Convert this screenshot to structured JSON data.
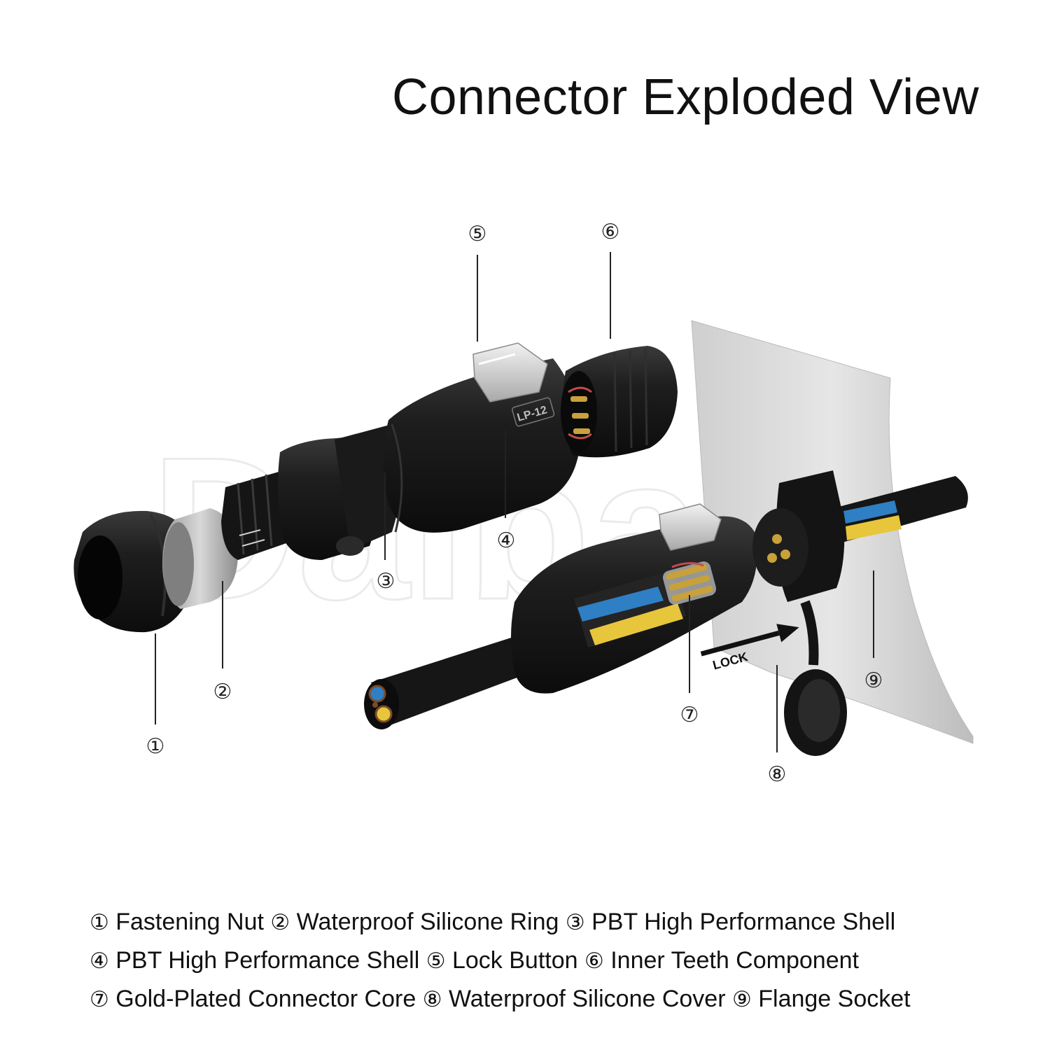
{
  "title": "Connector Exploded View",
  "watermark": "Dalbani",
  "product_marks": {
    "model": "LP-12",
    "lock_label": "LOCK"
  },
  "callouts": [
    "①",
    "②",
    "③",
    "④",
    "⑤",
    "⑥",
    "⑦",
    "⑧",
    "⑨"
  ],
  "legend": [
    [
      {
        "num": "①",
        "name": "Fastening Nut"
      },
      {
        "num": "②",
        "name": "Waterproof Silicone Ring"
      },
      {
        "num": "③",
        "name": "PBT High Performance Shell"
      }
    ],
    [
      {
        "num": "④",
        "name": "PBT High Performance Shell"
      },
      {
        "num": "⑤",
        "name": "Lock Button"
      },
      {
        "num": "⑥",
        "name": "Inner Teeth Component"
      }
    ],
    [
      {
        "num": "⑦",
        "name": "Gold-Plated Connector Core"
      },
      {
        "num": "⑧",
        "name": "Waterproof Silicone Cover"
      },
      {
        "num": "⑨",
        "name": "Flange Socket"
      }
    ]
  ],
  "colors": {
    "body": "#1c1c1c",
    "gold": "#c9a13a",
    "wire_blue": "#2f7fc4",
    "wire_yellow": "#e7c63c",
    "panel": "#d7d7d7"
  }
}
